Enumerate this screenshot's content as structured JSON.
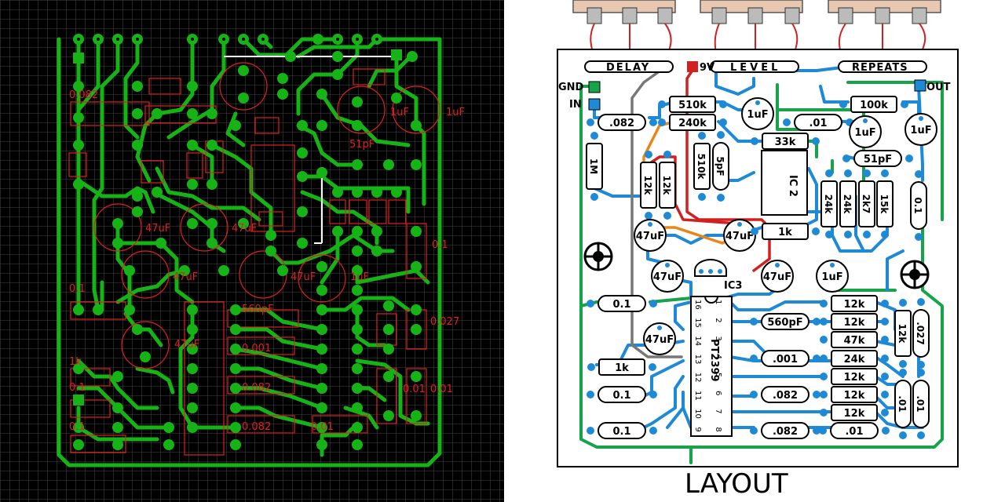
{
  "board_view": {
    "labels": [
      "0.082",
      "1uF",
      "1uF",
      "51pF",
      "47uF",
      "47uF",
      "47uF",
      "47uF",
      "1uF",
      "0.1",
      "0.1",
      "0.027",
      "560pF",
      "0.001",
      "0.082",
      "0.082",
      "0.01",
      "0.01",
      "0.01",
      "1k",
      "0.1",
      "0.1",
      "47uF"
    ]
  },
  "layout_view": {
    "title": "LAYOUT",
    "pots": {
      "delay": "DELAY",
      "level": "LEVEL",
      "repeats": "REPEATS"
    },
    "io": {
      "gnd": "GND",
      "in": "IN",
      "out": "OUT",
      "nine_v": "9V"
    },
    "ic2_label": "IC 2",
    "ic3_label": "IC3",
    "ic3_part": "PT2399",
    "pins_left": [
      "16",
      "15",
      "14",
      "13",
      "12",
      "11",
      "10",
      "9"
    ],
    "pins_right": [
      "1",
      "2",
      "3",
      "4",
      "5",
      "6",
      "7",
      "8"
    ],
    "components": {
      "c_082_top": ".082",
      "r_1M": "1M",
      "r_510k_h": "510k",
      "r_240k": "240k",
      "r_12k_a": "12k",
      "r_12k_b": "12k",
      "r_510k_v": "510k",
      "c_5pF": "5pF",
      "c_1uF_a": "1uF",
      "c_01_top": ".01",
      "c_1uF_b": "1uF",
      "c_1uF_c": "1uF",
      "r_100k": "100k",
      "r_33k": "33k",
      "c_51pF": "51pF",
      "r_24k_a": "24k",
      "r_24k_b": "24k",
      "r_2k7": "2k7",
      "r_15k": "15k",
      "c_01_right": "0.1",
      "c_47uF_a": "47uF",
      "c_47uF_b": "47uF",
      "r_1k_mid": "1k",
      "c_47uF_c": "47uF",
      "c_47uF_d": "47uF",
      "c_1uF_d": "1uF",
      "c_01_left": "0.1",
      "c_47uF_e": "47uF",
      "r_1k_left": "1k",
      "c_01_b": "0.1",
      "c_01_c": "0.1",
      "c_560pF": "560pF",
      "c_001": ".001",
      "c_082_a": ".082",
      "c_082_b": ".082",
      "r_12k_1": "12k",
      "r_12k_2": "12k",
      "r_47k": "47k",
      "r_24k_c": "24k",
      "r_12k_3": "12k",
      "r_12k_4": "12k",
      "r_12k_5": "12k",
      "c_01_bot": ".01",
      "r_12k_v": "12k",
      "c_027": ".027",
      "c_01_v1": ".01",
      "c_01_v2": ".01"
    }
  }
}
